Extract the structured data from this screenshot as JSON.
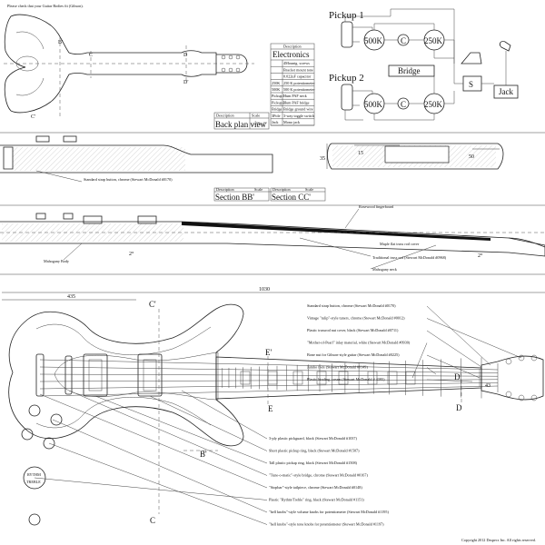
{
  "top_note": "Please check that your Guitar Bodies fit (Gibson).",
  "electronics": {
    "header": "Description",
    "title": "Electronics",
    "rows": [
      {
        "code": "",
        "desc": "4Mountg. screws"
      },
      {
        "code": "",
        "desc": "Bracket mount tone"
      },
      {
        "code": "",
        "desc": "0.022uF capacitor"
      },
      {
        "code": "250K",
        "desc": "250 K potentiometer"
      },
      {
        "code": "500K",
        "desc": "500 K potentiometer"
      },
      {
        "code": "Pickup 1",
        "desc": "Hum PAF neck"
      },
      {
        "code": "Pickup 2",
        "desc": "Hum PAF bridge"
      },
      {
        "code": "Bridge",
        "desc": "Bridge ground wire"
      },
      {
        "code": "3Pole",
        "desc": "3-way toggle switch"
      },
      {
        "code": "Jack",
        "desc": "Mono jack"
      }
    ]
  },
  "views": {
    "back_plan": "Back plan view",
    "section_bb": "Section BB'",
    "section_cc": "Section CC'",
    "scale_label": "Scale",
    "desc_label": "Description"
  },
  "wiring": {
    "pickup1": "Pickup 1",
    "pickup2": "Pickup 2",
    "pot_vol": "500K",
    "pot_tone": "250K",
    "cap": "C",
    "bridge": "Bridge",
    "switch": "S",
    "jack": "Jack"
  },
  "section_dims": {
    "d15": "15",
    "d35": "35",
    "d50": "50"
  },
  "side_labels": {
    "strap_button": "Standard strap button, chrome (Stewart McDonald #0170)",
    "rosewood": "Rosewood fingerboard",
    "maple": "Maple flat truss rod cover",
    "truss_rod": "Traditional truss rod (Stewart McDonald #0968)",
    "mahogany_neck": "Mahogany neck",
    "mahogany_body": "Mahogany Body",
    "angle": "2°",
    "angle2": "2°"
  },
  "front_dims": {
    "total": "1030",
    "length435": "435",
    "width43": "43"
  },
  "section_marks": {
    "b": "B",
    "b_prime": "B'",
    "c": "C",
    "c_prime": "C'",
    "d": "D",
    "d_prime": "D'",
    "e": "E",
    "e_prime": "E'"
  },
  "parts_right": [
    "Standard strap button, chrome (Stewart McDonald #0170)",
    "Vintage \"tulip\"-style tuners, chrome (Stewart McDonald #0012)",
    "Plastic trussrod nut cover, black (Stewart McDonald #0711)",
    "\"Mother-of-Pearl\" inlay material, white (Stewart McDonald #0930)",
    "Bone nut for Gibson-style guitar (Stewart McDonald #0225)",
    "Jumbo frets (Stewart McDonald #0149)",
    "Plastic binding, cream (Stewart McDonald # 4395)"
  ],
  "parts_bottom": [
    "3-ply plastic pickguard, black (Stewart McDonald #1037)",
    "Short plastic pickup ring, black (Stewart McDonald #1507)",
    "Tall plastic pickup ring, black (Stewart McDonald #1508)",
    "\"Tune-o-matic\"-style bridge, chrome (Stewart McDonald #0167)",
    "\"Stopbar\"-style tailpiece, chrome (Stewart McDonald #0148)",
    "Plastic \"Rythm/Treble\" ring, black (Stewart McDonald #1151)",
    "\"bell knobs\"-style volume knobs for potentiometer (Stewart McDonald #1195)",
    "\"bell knobs\"-style tone knobs for potentiometer (Stewart McDonald #1197)"
  ],
  "switch_ring": {
    "top": "RYTHM",
    "bottom": "TREBLE"
  },
  "copyright": "Copyright 2012 Dzspecs Inc. All rights reserved."
}
